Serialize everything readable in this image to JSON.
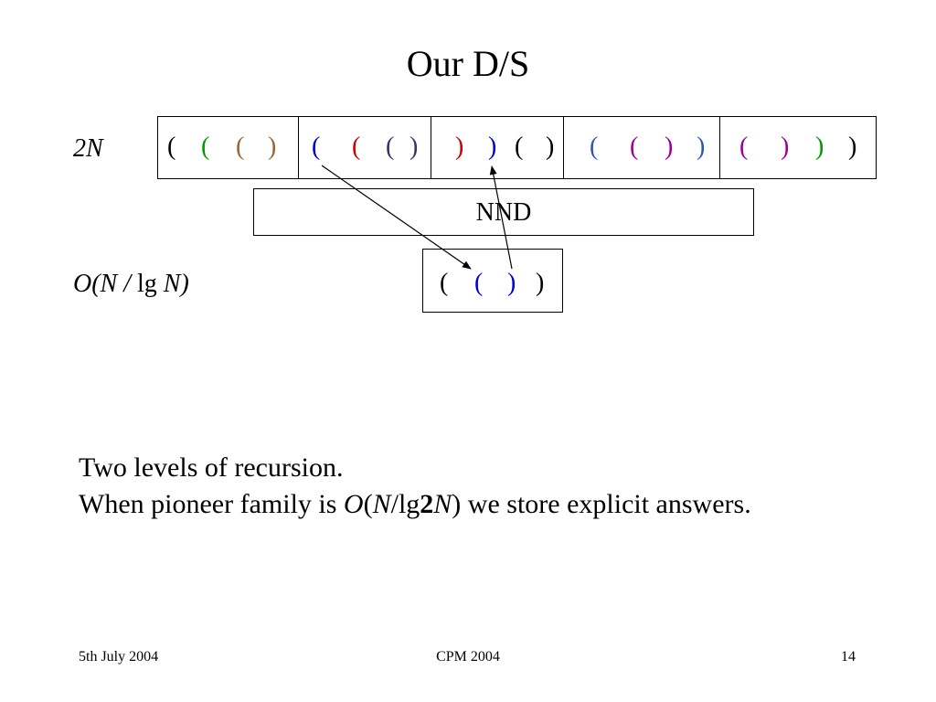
{
  "title": "Our D/S",
  "labels": {
    "top": "2N",
    "bottom_o": "O(N / ",
    "bottom_lg": "lg ",
    "bottom_n": "N)"
  },
  "colors": {
    "black": "#000000",
    "green": "#009900",
    "brown": "#996633",
    "blue": "#0000cc",
    "red": "#cc0000",
    "slate": "#333366",
    "gray_blue": "#3355aa",
    "magenta": "#990099"
  },
  "top_row": {
    "cells": [
      {
        "parens": [
          {
            "ch": "(",
            "c": "black"
          },
          {
            "ch": "(",
            "c": "green"
          },
          {
            "ch": "(",
            "c": "brown"
          },
          {
            "ch": ")",
            "c": "brown"
          }
        ]
      },
      {
        "parens": [
          {
            "ch": "(",
            "c": "blue"
          },
          {
            "ch": "(",
            "c": "red"
          },
          {
            "ch": "(",
            "c": "slate"
          },
          {
            "ch": ")",
            "c": "slate"
          }
        ]
      },
      {
        "parens": [
          {
            "ch": ")",
            "c": "red"
          },
          {
            "ch": ")",
            "c": "blue"
          },
          {
            "ch": "(",
            "c": "black"
          },
          {
            "ch": ")",
            "c": "black"
          }
        ]
      },
      {
        "parens": [
          {
            "ch": "(",
            "c": "gray_blue"
          },
          {
            "ch": "(",
            "c": "magenta"
          },
          {
            "ch": ")",
            "c": "magenta"
          },
          {
            "ch": ")",
            "c": "gray_blue"
          }
        ]
      },
      {
        "parens": [
          {
            "ch": "(",
            "c": "magenta"
          },
          {
            "ch": ")",
            "c": "magenta"
          },
          {
            "ch": ")",
            "c": "green"
          },
          {
            "ch": ")",
            "c": "black"
          }
        ]
      }
    ]
  },
  "nnd_label": "NND",
  "bottom_box": {
    "parens": [
      {
        "ch": "(",
        "c": "black"
      },
      {
        "ch": "(",
        "c": "blue"
      },
      {
        "ch": ")",
        "c": "blue"
      },
      {
        "ch": ")",
        "c": "black"
      }
    ]
  },
  "body": {
    "line1": "Two levels of recursion.",
    "line2_prefix": "When pioneer family is ",
    "line2_o": "O",
    "line2_paren_open": "(",
    "line2_n1": "N",
    "line2_lg": "/lg",
    "line2_2": "2",
    "line2_n2": "N",
    "line2_suffix": ") we store explicit answers."
  },
  "footer": {
    "date": "5th July 2004",
    "conference": "CPM 2004",
    "page": "14"
  }
}
